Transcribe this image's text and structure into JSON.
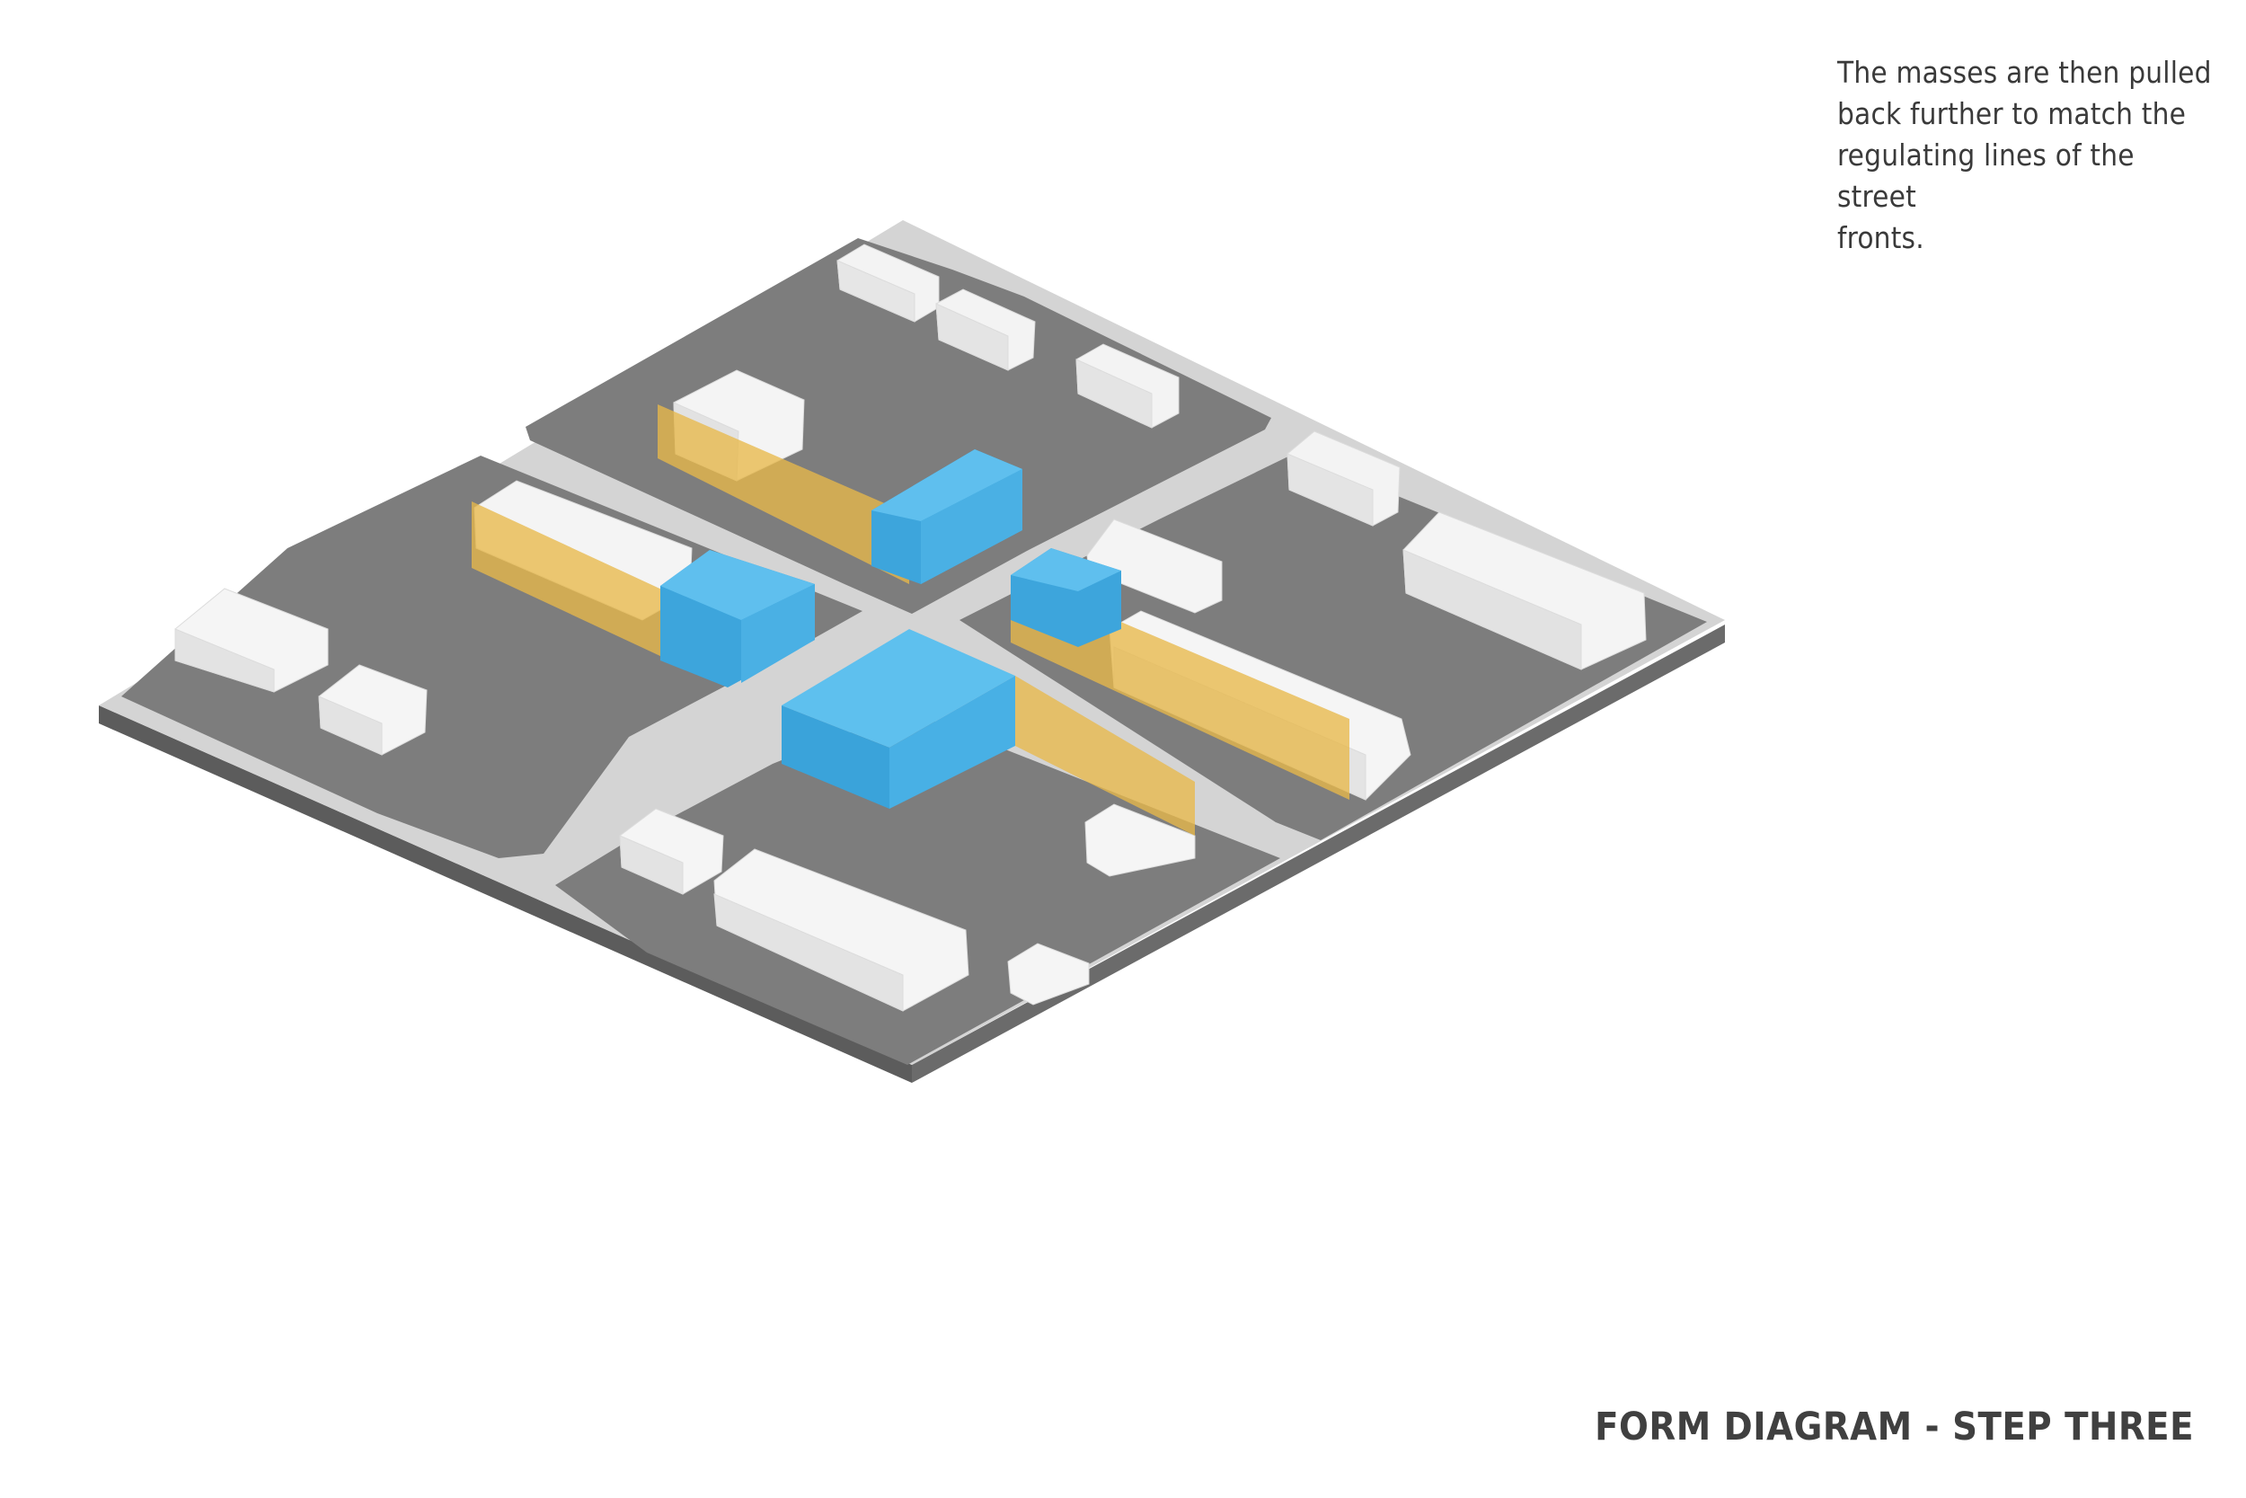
{
  "note": {
    "lines": [
      "The masses are then pulled",
      "back further to match the",
      "regulating lines of the street",
      "fronts."
    ]
  },
  "title": "FORM DIAGRAM - STEP THREE",
  "colors": {
    "ground": "#7b7b7b",
    "ground_side": "#5e5e5e",
    "street": "#d2d2d2",
    "mass": "#4fb3e6",
    "regulating_plane": "#e8b84a",
    "existing_building": "#f2f2f2"
  }
}
